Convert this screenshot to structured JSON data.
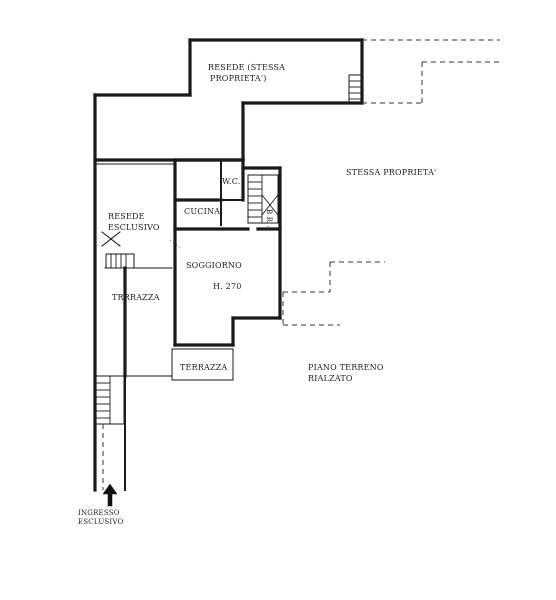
{
  "labels": {
    "resede_stessa_1": "RESEDE (STESSA",
    "resede_stessa_2": "PROPRIETA')",
    "stessa_proprieta": "STESSA PROPRIETA'",
    "wc": "W.C.",
    "cucina": "CUCINA",
    "resede_esclusivo_1": "RESEDE",
    "resede_esclusivo_2": "ESCLUSIVO",
    "soggiorno": "SOGGIORNO",
    "height": "H. 270",
    "terrazza_left": "TRRRAZZA",
    "terrazza_bottom": "TERRAZZA",
    "piano_1": "PIANO TERRENO",
    "piano_2": "RIALZATO",
    "ingresso_1": "INGRESSO",
    "ingresso_2": "ESCLUSIVO",
    "small_mark": "B R"
  }
}
